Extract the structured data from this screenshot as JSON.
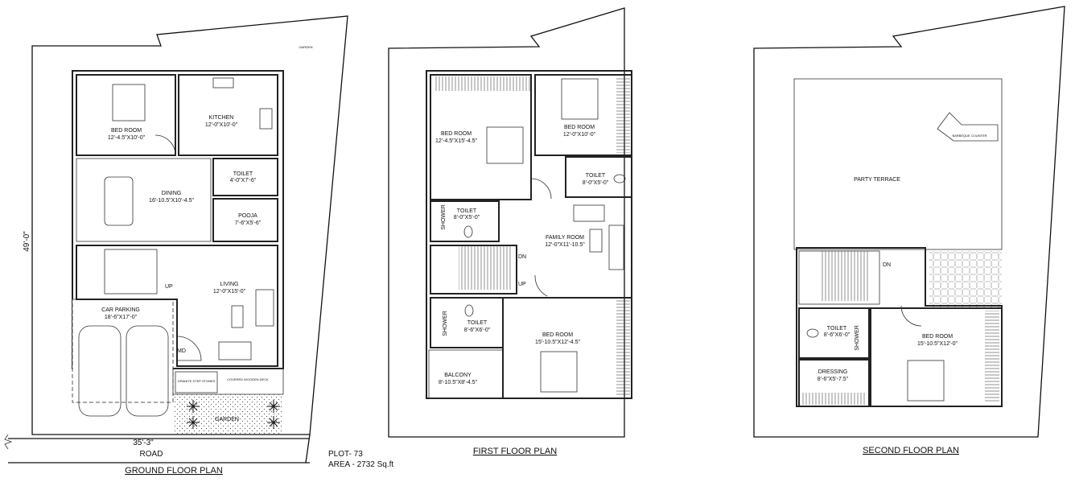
{
  "plot_info": {
    "plot": "PLOT- 73",
    "area": "AREA - 2732 Sq.ft"
  },
  "ground_floor": {
    "title": "GROUND FLOOR PLAN",
    "dimension_width": "35'-3\"",
    "dimension_depth": "49'-0\"",
    "road": "ROAD",
    "garden_top": "GARDEN",
    "garden_bottom": "GARDEN",
    "rooms": [
      {
        "name": "BED ROOM",
        "size": "12'-4.5\"X10'-0\""
      },
      {
        "name": "KITCHEN",
        "size": "12'-0\"X10'-0\""
      },
      {
        "name": "DINING",
        "size": "16'-10.5\"X10'-4.5\""
      },
      {
        "name": "TOILET",
        "size": "4'-0\"X7'-6\""
      },
      {
        "name": "POOJA",
        "size": "7'-6\"X5'-6\""
      },
      {
        "name": "LIVING",
        "size": "12'-0\"X15'-0\""
      },
      {
        "name": "CAR PARKING",
        "size": "18'-6\"X17'-0\""
      }
    ],
    "up": "UP",
    "md": "MD",
    "steps": "GRANITE STEP STONES",
    "deck": "COVERED WOODEN DECK"
  },
  "first_floor": {
    "title": "FIRST FLOOR PLAN",
    "rooms": [
      {
        "name": "BED ROOM",
        "size": "12'-4.5\"X15'-4.5\""
      },
      {
        "name": "BED ROOM",
        "size": "12'-0\"X10'-0\""
      },
      {
        "name": "TOILET",
        "size": "8'-0\"X5'-0\""
      },
      {
        "name": "TOILET",
        "size": "8'-0\"X5'-0\""
      },
      {
        "name": "FAMILY ROOM",
        "size": "12'-0\"X11'-10.5\""
      },
      {
        "name": "TOILET",
        "size": "8'-6\"X6'-0\""
      },
      {
        "name": "BED ROOM",
        "size": "15'-10.5\"X12'-4.5\""
      },
      {
        "name": "BALCONY",
        "size": "8'-10.5\"X8'-4.5\""
      }
    ],
    "shower1": "SHOWER",
    "shower2": "SHOWER",
    "dn": "DN",
    "up": "UP"
  },
  "second_floor": {
    "title": "SECOND FLOOR PLAN",
    "terrace": "PARTY TERRACE",
    "bbq": "BARBEQUE COUNTER",
    "rooms": [
      {
        "name": "TOILET",
        "size": "8'-6\"X6'-0\""
      },
      {
        "name": "DRESSING",
        "size": "8'-6\"X5'-7.5\""
      },
      {
        "name": "BED ROOM",
        "size": "15'-10.5\"X12'-0\""
      }
    ],
    "shower": "SHOWER",
    "dn": "DN"
  }
}
